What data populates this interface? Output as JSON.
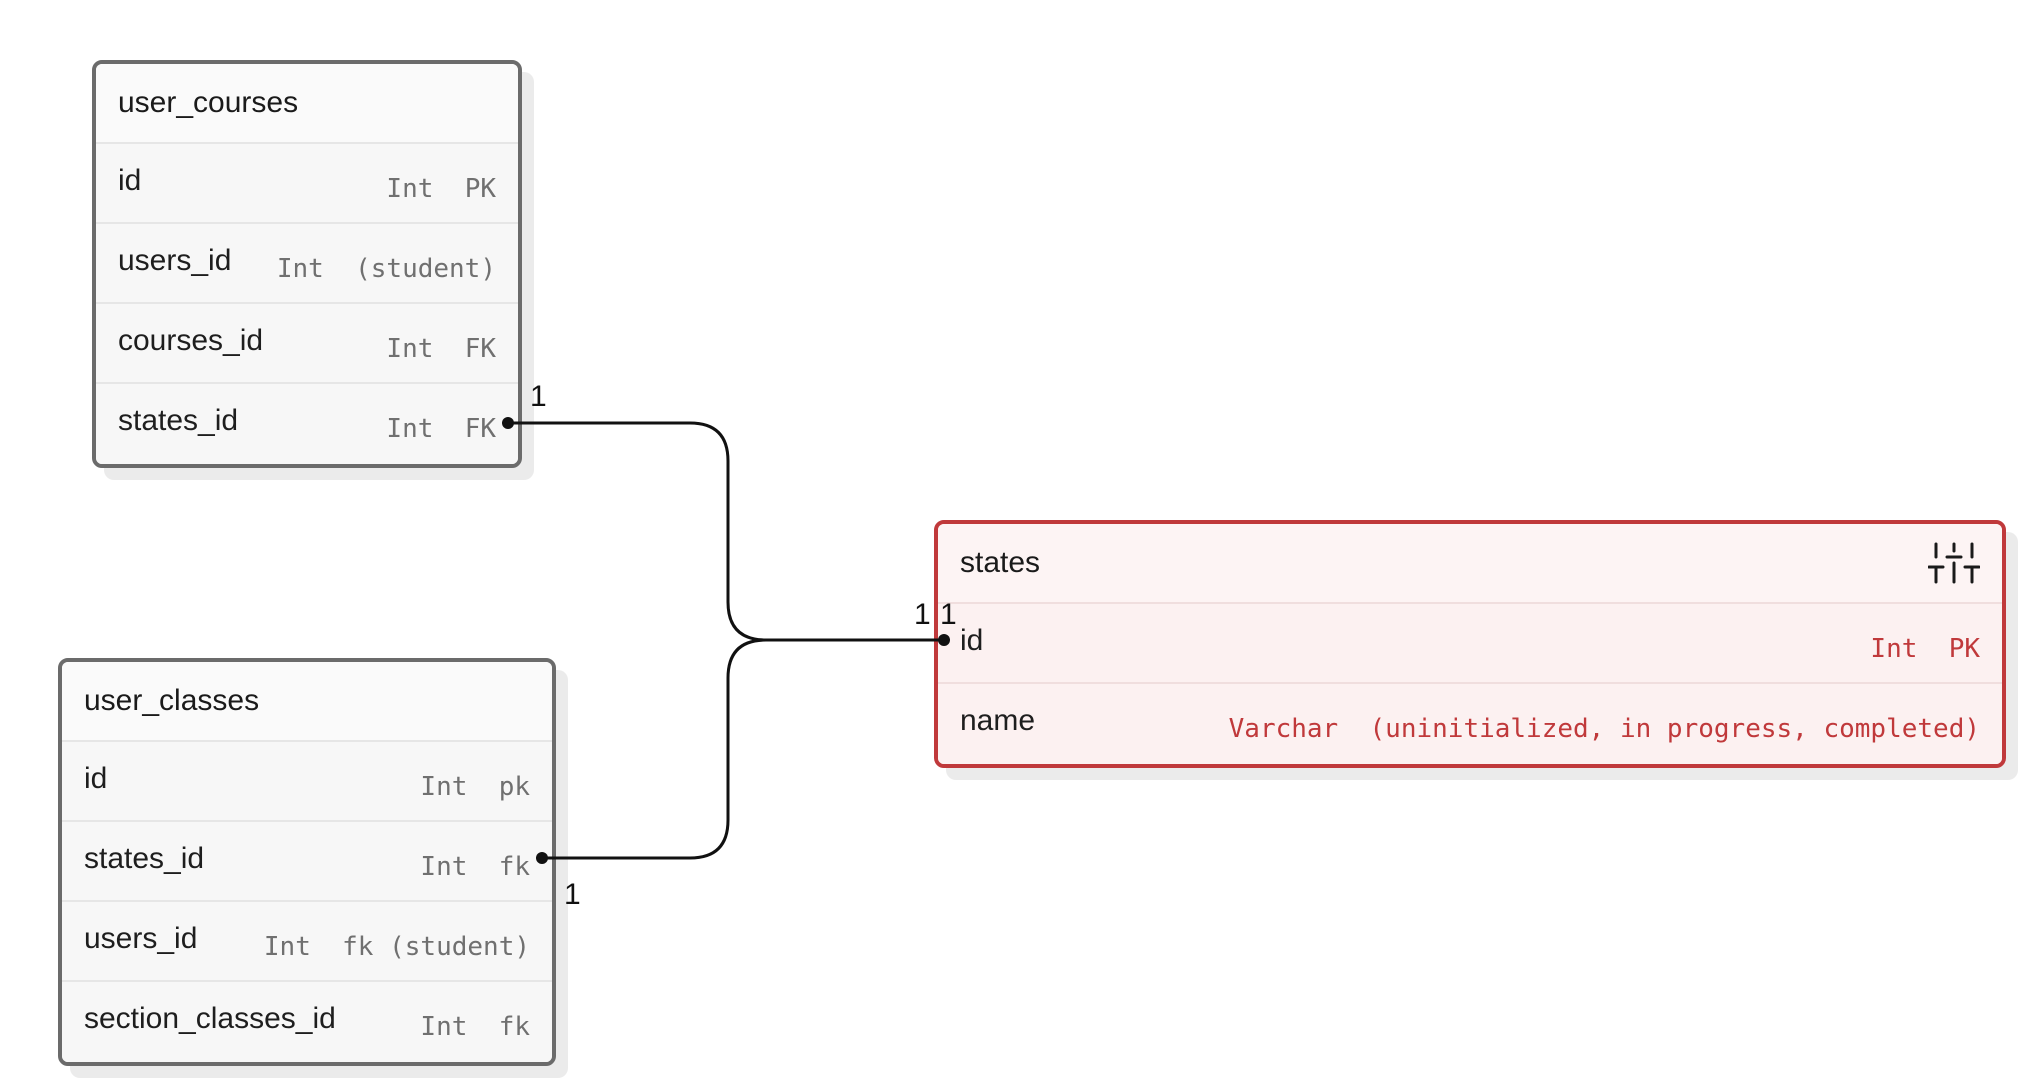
{
  "tables": {
    "user_courses": {
      "title": "user_courses",
      "columns": [
        {
          "name": "id",
          "type": "Int  PK"
        },
        {
          "name": "users_id",
          "type": "Int  (student)"
        },
        {
          "name": "courses_id",
          "type": "Int  FK"
        },
        {
          "name": "states_id",
          "type": "Int  FK"
        }
      ]
    },
    "user_classes": {
      "title": "user_classes",
      "columns": [
        {
          "name": "id",
          "type": "Int  pk"
        },
        {
          "name": "states_id",
          "type": "Int  fk"
        },
        {
          "name": "users_id",
          "type": "Int  fk (student)"
        },
        {
          "name": "section_classes_id",
          "type": "Int  fk"
        }
      ]
    },
    "states": {
      "title": "states",
      "icon": "settings-sliders-icon",
      "columns": [
        {
          "name": "id",
          "type": "Int  PK"
        },
        {
          "name": "name",
          "type": "Varchar  (uninitialized, in progress, completed)"
        }
      ]
    }
  },
  "relationships": [
    {
      "from": "user_courses.states_id",
      "to": "states.id",
      "from_card": "1",
      "to_card": "1"
    },
    {
      "from": "user_classes.states_id",
      "to": "states.id",
      "from_card": "1",
      "to_card": "1"
    }
  ],
  "colors": {
    "selected_border": "#c0393b",
    "table_border": "#6b6b6b",
    "line": "#111111"
  }
}
